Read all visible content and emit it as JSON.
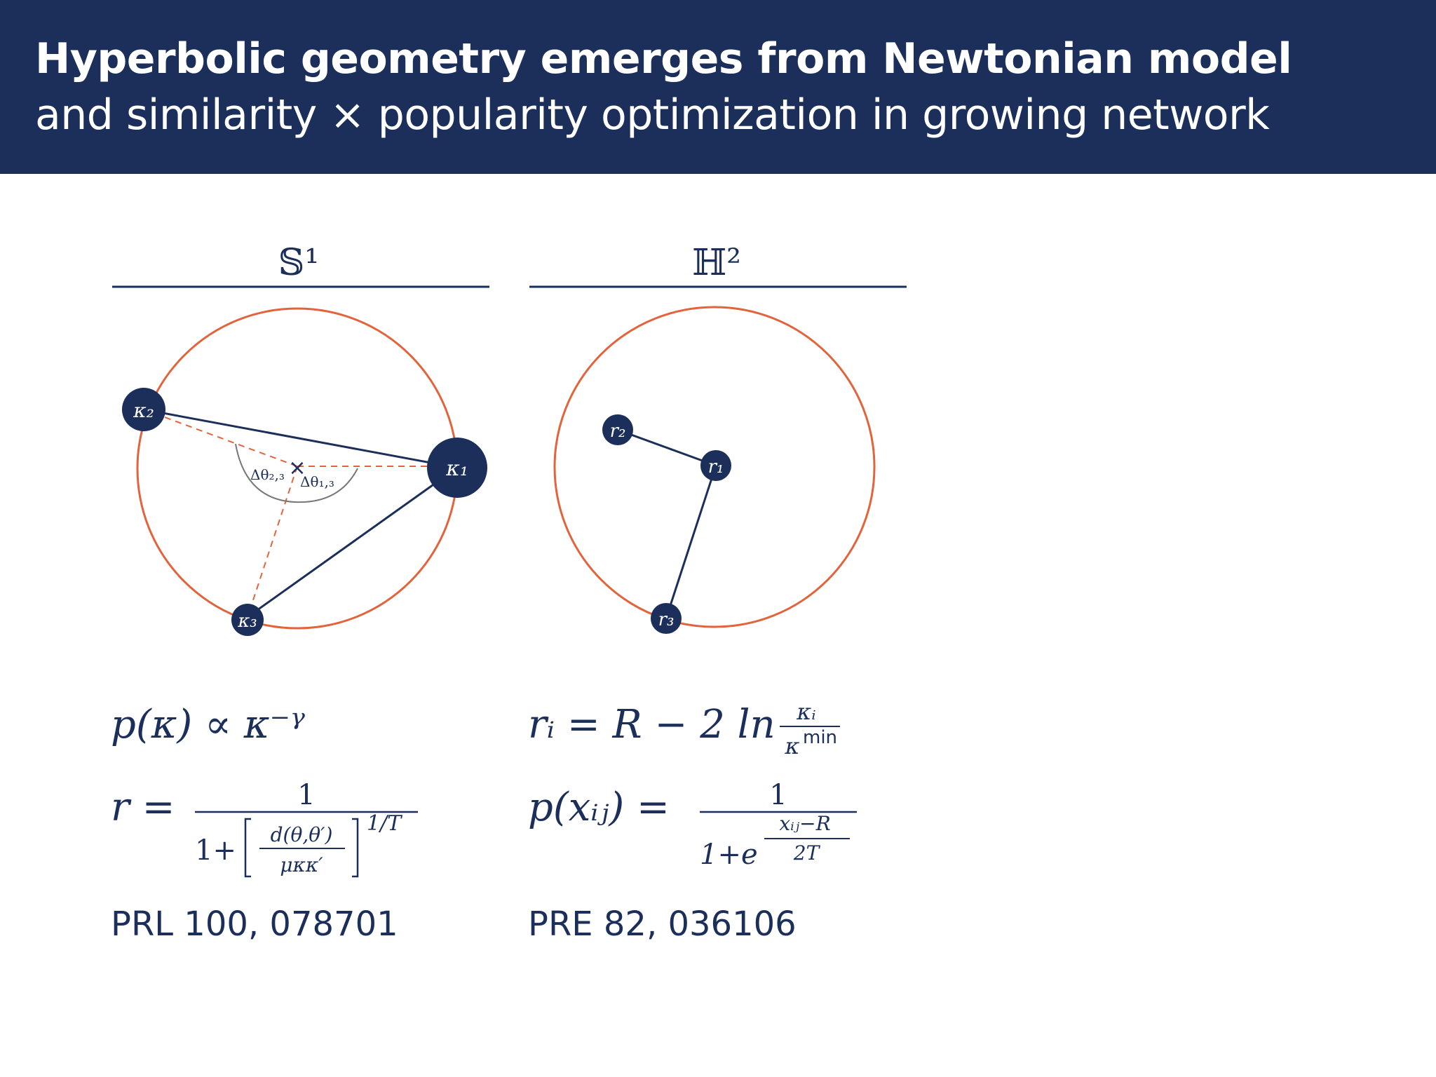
{
  "header": {
    "title_bold": "Hyperbolic geometry emerges from Newtonian model",
    "title_light": "and similarity × popularity optimization in growing network"
  },
  "left_panel": {
    "space_label": "𝕊¹",
    "nodes": [
      "κ₂",
      "κ₁",
      "κ₃"
    ],
    "angle_labels": [
      "Δθ₂,₃",
      "Δθ₁,₃"
    ],
    "center_mark": "×",
    "formula_1": "p(κ) ∝ κ⁻ᵞ",
    "formula_2": {
      "lhs": "r =",
      "numerator": "1",
      "denominator_prefix": "1+",
      "inner_numerator": "d(θ,θ′)",
      "inner_denominator": "μκκ′",
      "exponent": "1/T"
    },
    "reference": "PRL 100, 078701"
  },
  "right_panel": {
    "space_label": "ℍ²",
    "nodes": [
      "r₂",
      "r₁",
      "r₃"
    ],
    "formula_1": {
      "lhs": "rᵢ = R − 2 ln",
      "numerator": "κᵢ",
      "denominator": "κ",
      "denominator_sup": "min"
    },
    "formula_2": {
      "lhs": "p(xᵢⱼ) =",
      "numerator": "1",
      "denominator_prefix": "1+e",
      "exp_numerator": "xᵢⱼ−R",
      "exp_denominator": "2T"
    },
    "reference": "PRE 82, 036106"
  },
  "colors": {
    "navy": "#1b2f5a",
    "circle": "#e2643d",
    "dashed": "#e2643d",
    "arc": "#777777"
  }
}
